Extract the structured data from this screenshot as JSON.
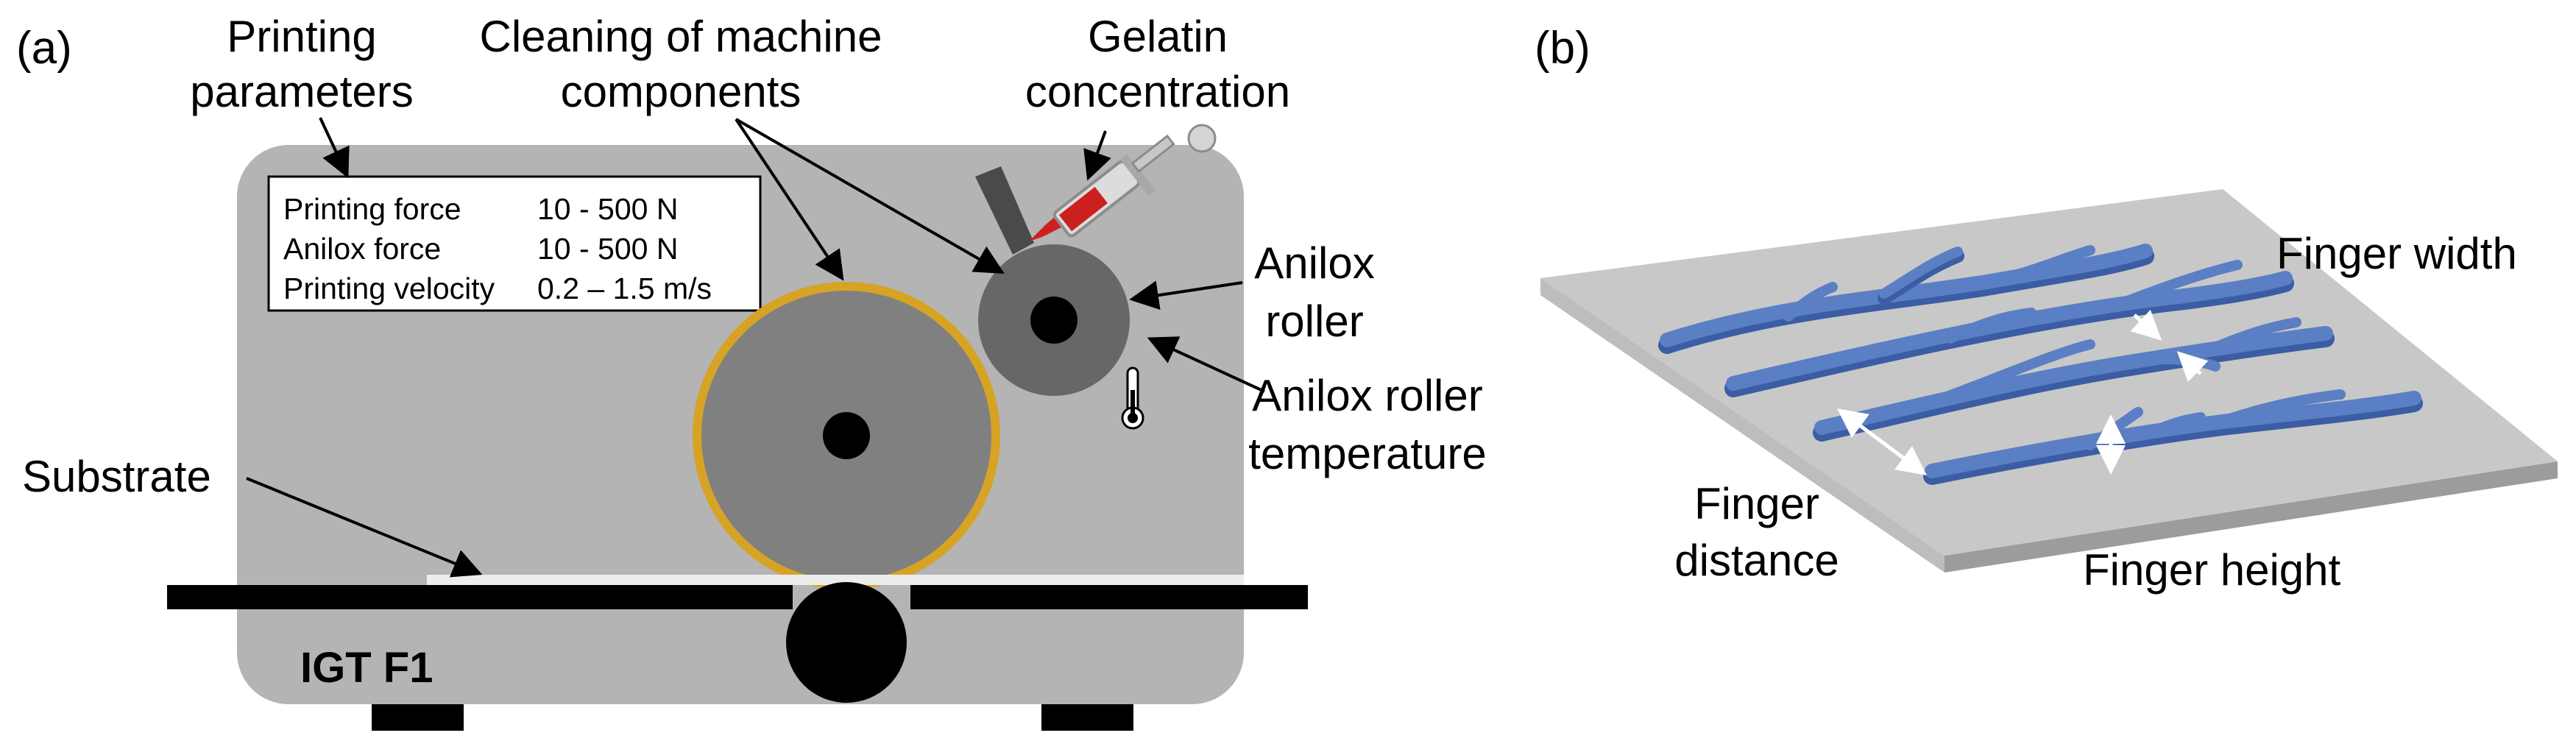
{
  "panel_a": {
    "panel_label": "(a)",
    "labels": {
      "printing_parameters": [
        "Printing",
        "parameters"
      ],
      "cleaning": [
        "Cleaning of machine",
        "components"
      ],
      "gelatin": [
        "Gelatin",
        "concentration"
      ],
      "anilox_roller": [
        "Anilox",
        "roller"
      ],
      "anilox_temperature": [
        "Anilox roller",
        "temperature"
      ],
      "substrate": "Substrate",
      "machine_name": "IGT F1"
    },
    "parameters_table": [
      {
        "name": "Printing force",
        "value": "10 - 500 N"
      },
      {
        "name": "Anilox force",
        "value": "10 - 500 N"
      },
      {
        "name": "Printing velocity",
        "value": "0.2 – 1.5 m/s"
      }
    ],
    "colors": {
      "machine_body": "#b4b4b4",
      "printing_roller": "#808080",
      "printing_roller_rim": "#d7a325",
      "anilox_roller": "#676767",
      "syringe_liquid": "#cc1f1f"
    }
  },
  "panel_b": {
    "panel_label": "(b)",
    "labels": {
      "finger_width": "Finger width",
      "finger_distance": [
        "Finger",
        "distance"
      ],
      "finger_height": "Finger height"
    },
    "colors": {
      "plate_top": "#c8c8c8",
      "plate_edge": "#9c9c9c",
      "fingers": "#5b7fc4",
      "fingers_dark": "#3a5da3",
      "arrows": "#ffffff"
    }
  }
}
